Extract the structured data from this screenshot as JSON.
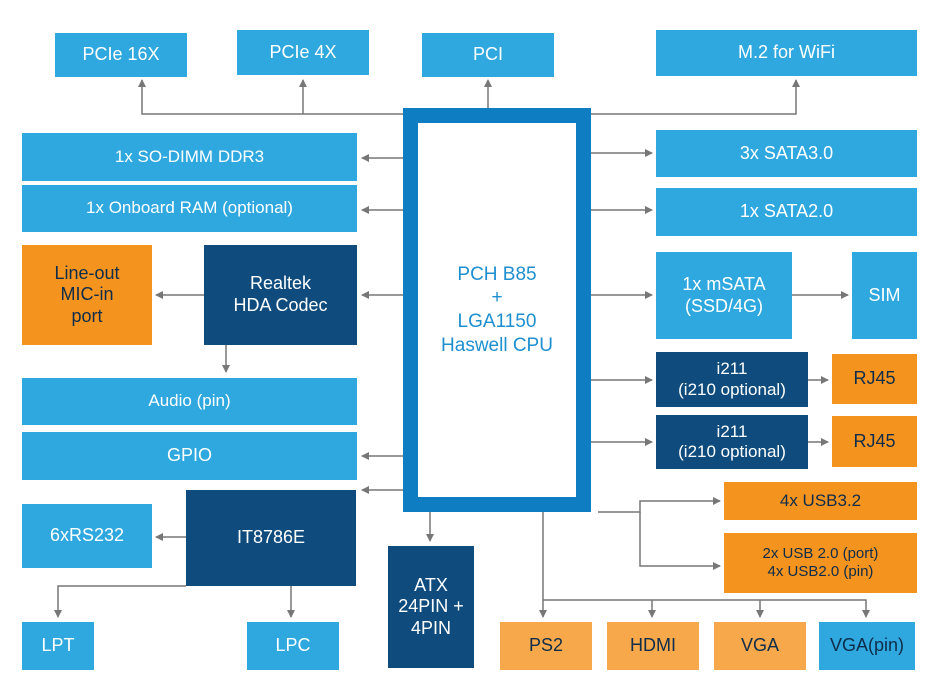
{
  "cpu_block": {
    "label": "PCH B85\n+\nLGA1150\nHaswell CPU"
  },
  "expansion": {
    "pcie16": "PCIe 16X",
    "pcie4": "PCIe 4X",
    "pci": "PCI",
    "m2": "M.2 for WiFi"
  },
  "memory": {
    "sodimm": "1x SO-DIMM DDR3",
    "onboard": "1x Onboard RAM (optional)"
  },
  "audio": {
    "codec": "Realtek\nHDA Codec",
    "lineout": "Line-out\nMIC-in\nport",
    "audio_pin": "Audio (pin)"
  },
  "gpio": {
    "label": "GPIO"
  },
  "superio": {
    "chip": "IT8786E",
    "rs232": "6xRS232",
    "lpt": "LPT",
    "lpc": "LPC"
  },
  "power": {
    "atx": "ATX\n24PIN +\n4PIN"
  },
  "storage": {
    "sata3": "3x SATA3.0",
    "sata2": "1x SATA2.0",
    "msata": "1x mSATA\n(SSD/4G)",
    "sim": "SIM"
  },
  "lan": {
    "items": [
      {
        "chip": "i211\n(i210 optional)",
        "port": "RJ45"
      },
      {
        "chip": "i211\n(i210 optional)",
        "port": "RJ45"
      }
    ]
  },
  "usb": {
    "usb32": "4x USB3.2",
    "usb20": "2x USB 2.0 (port)\n4x USB2.0 (pin)"
  },
  "display_io": {
    "ps2": "PS2",
    "hdmi": "HDMI",
    "vga": "VGA",
    "vga_pin": "VGA(pin)"
  },
  "colors": {
    "light_blue": "#2ea8df",
    "dark_blue": "#0f4c7d",
    "orange": "#f4931e",
    "light_orange": "#f7a84a",
    "cpu_border": "#0f7dc2",
    "connector": "#777777"
  }
}
